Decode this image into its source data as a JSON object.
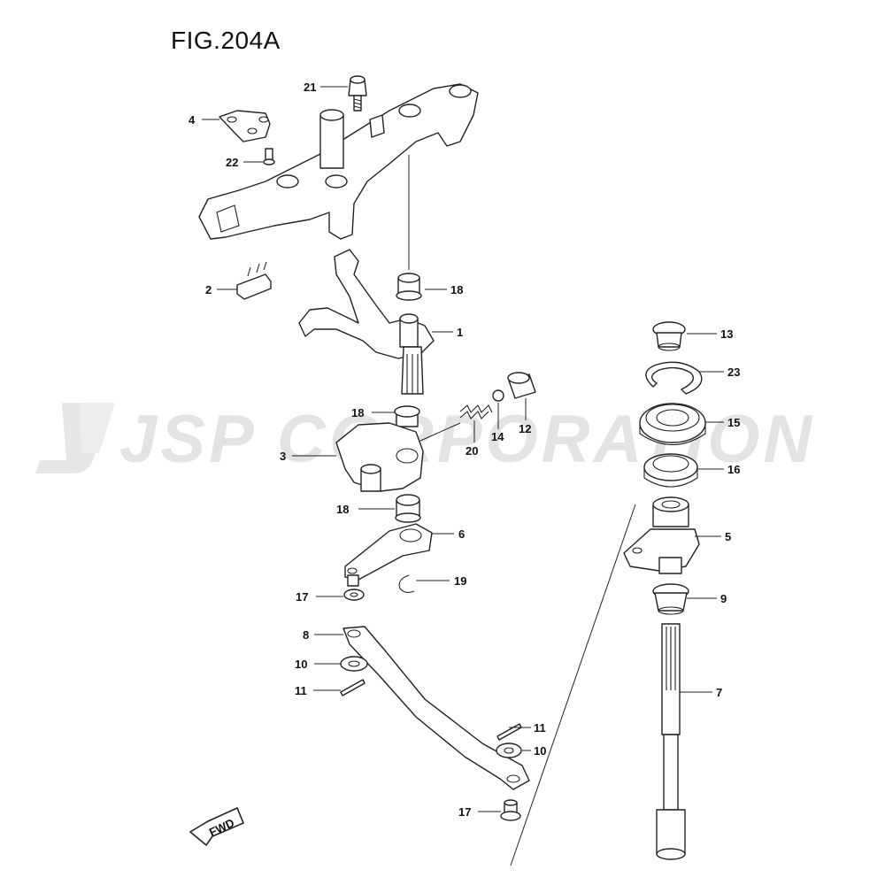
{
  "figure": {
    "title": "FIG.204A"
  },
  "watermark": {
    "text": "JSP CORPORATION"
  },
  "fwd_badge": {
    "text": "FWD"
  },
  "callouts": {
    "c1": "1",
    "c2": "2",
    "c3": "3",
    "c4": "4",
    "c5": "5",
    "c6": "6",
    "c7": "7",
    "c8": "8",
    "c9": "9",
    "c10a": "10",
    "c10b": "10",
    "c11a": "11",
    "c11b": "11",
    "c12": "12",
    "c13": "13",
    "c14": "14",
    "c15": "15",
    "c16": "16",
    "c17a": "17",
    "c17b": "17",
    "c18a": "18",
    "c18b": "18",
    "c18c": "18",
    "c19": "19",
    "c20": "20",
    "c21": "21",
    "c22": "22",
    "c23": "23"
  }
}
